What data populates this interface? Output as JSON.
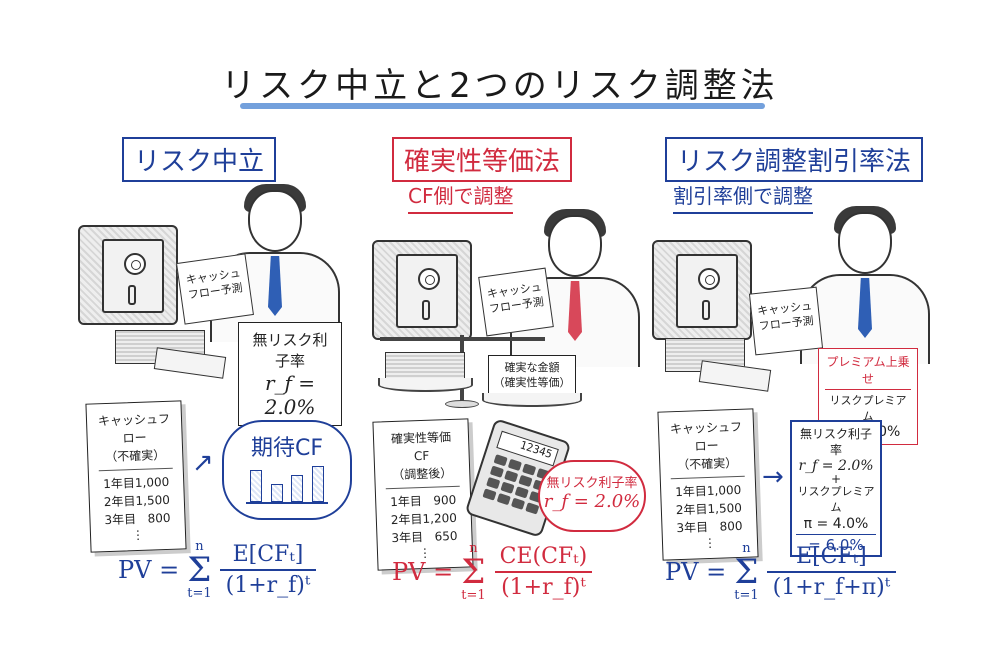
{
  "title": "リスク中立と2つのリスク調整法",
  "colors": {
    "blue": "#1f3f99",
    "red": "#d12b3f",
    "title_underline": "#5b8fd6",
    "background": "#ffffff"
  },
  "panels": [
    {
      "heading": "リスク中立",
      "color": "blue",
      "illustration": {
        "paper_label_1": "キャッシュ",
        "paper_label_2": "フロー予測",
        "sign_line_1": "無リスク利子率",
        "sign_line_2": "r_f = 2.0%",
        "tie_color": "blue"
      },
      "sheet": {
        "title_1": "キャッシュフロー",
        "title_2": "（不確実）",
        "rows": [
          {
            "year": "1年目",
            "value": "1,000"
          },
          {
            "year": "2年目",
            "value": "1,500"
          },
          {
            "year": "3年目",
            "value": "800"
          }
        ],
        "ellipsis": "⋮"
      },
      "callout": {
        "label": "期待CF",
        "bars": [
          70,
          40,
          58,
          80
        ]
      },
      "formula": {
        "lhs": "PV =",
        "sum_upper": "n",
        "sum_lower": "t=1",
        "numerator": "E[CFₜ]",
        "denominator": "(1+r_f)ᵗ"
      }
    },
    {
      "heading": "確実性等価法",
      "subheading": "CF側で調整",
      "color": "red",
      "illustration": {
        "paper_label_1": "キャッシュ",
        "paper_label_2": "フロー予測",
        "scale_label_1": "確実な金額",
        "scale_label_2": "（確実性等価）",
        "tie_color": "red"
      },
      "sheet": {
        "title_1": "確実性等価CF",
        "title_2": "（調整後）",
        "rows": [
          {
            "year": "1年目",
            "value": "900"
          },
          {
            "year": "2年目",
            "value": "1,200"
          },
          {
            "year": "3年目",
            "value": "650"
          }
        ],
        "ellipsis": "⋮"
      },
      "calculator_display": "12345",
      "callout": {
        "line_1": "無リスク利子率",
        "line_2": "r_f = 2.0%"
      },
      "formula": {
        "lhs": "PV =",
        "sum_upper": "n",
        "sum_lower": "t=1",
        "numerator": "CE(CFₜ)",
        "denominator": "(1+r_f)ᵗ"
      }
    },
    {
      "heading": "リスク調整割引率法",
      "subheading": "割引率側で調整",
      "color": "blue",
      "illustration": {
        "paper_label_1": "キャッシュ",
        "paper_label_2": "フロー予測",
        "sign_title": "プレミアム上乗せ",
        "sign_line_1": "リスクプレミアム",
        "sign_line_2": "π = 4.0%",
        "tie_color": "blue"
      },
      "sheet": {
        "title_1": "キャッシュフロー",
        "title_2": "（不確実）",
        "rows": [
          {
            "year": "1年目",
            "value": "1,000"
          },
          {
            "year": "2年目",
            "value": "1,500"
          },
          {
            "year": "3年目",
            "value": "800"
          }
        ],
        "ellipsis": "⋮"
      },
      "rate_box": {
        "line_1": "無リスク利子率",
        "line_2": "r_f = 2.0%",
        "plus": "+",
        "line_3": "リスクプレミアム",
        "line_4": "π = 4.0%",
        "total": "= 6.0%"
      },
      "formula": {
        "lhs": "PV =",
        "sum_upper": "n",
        "sum_lower": "t=1",
        "numerator": "E[CFₜ]",
        "denominator": "(1+r_f+π)ᵗ"
      }
    }
  ]
}
